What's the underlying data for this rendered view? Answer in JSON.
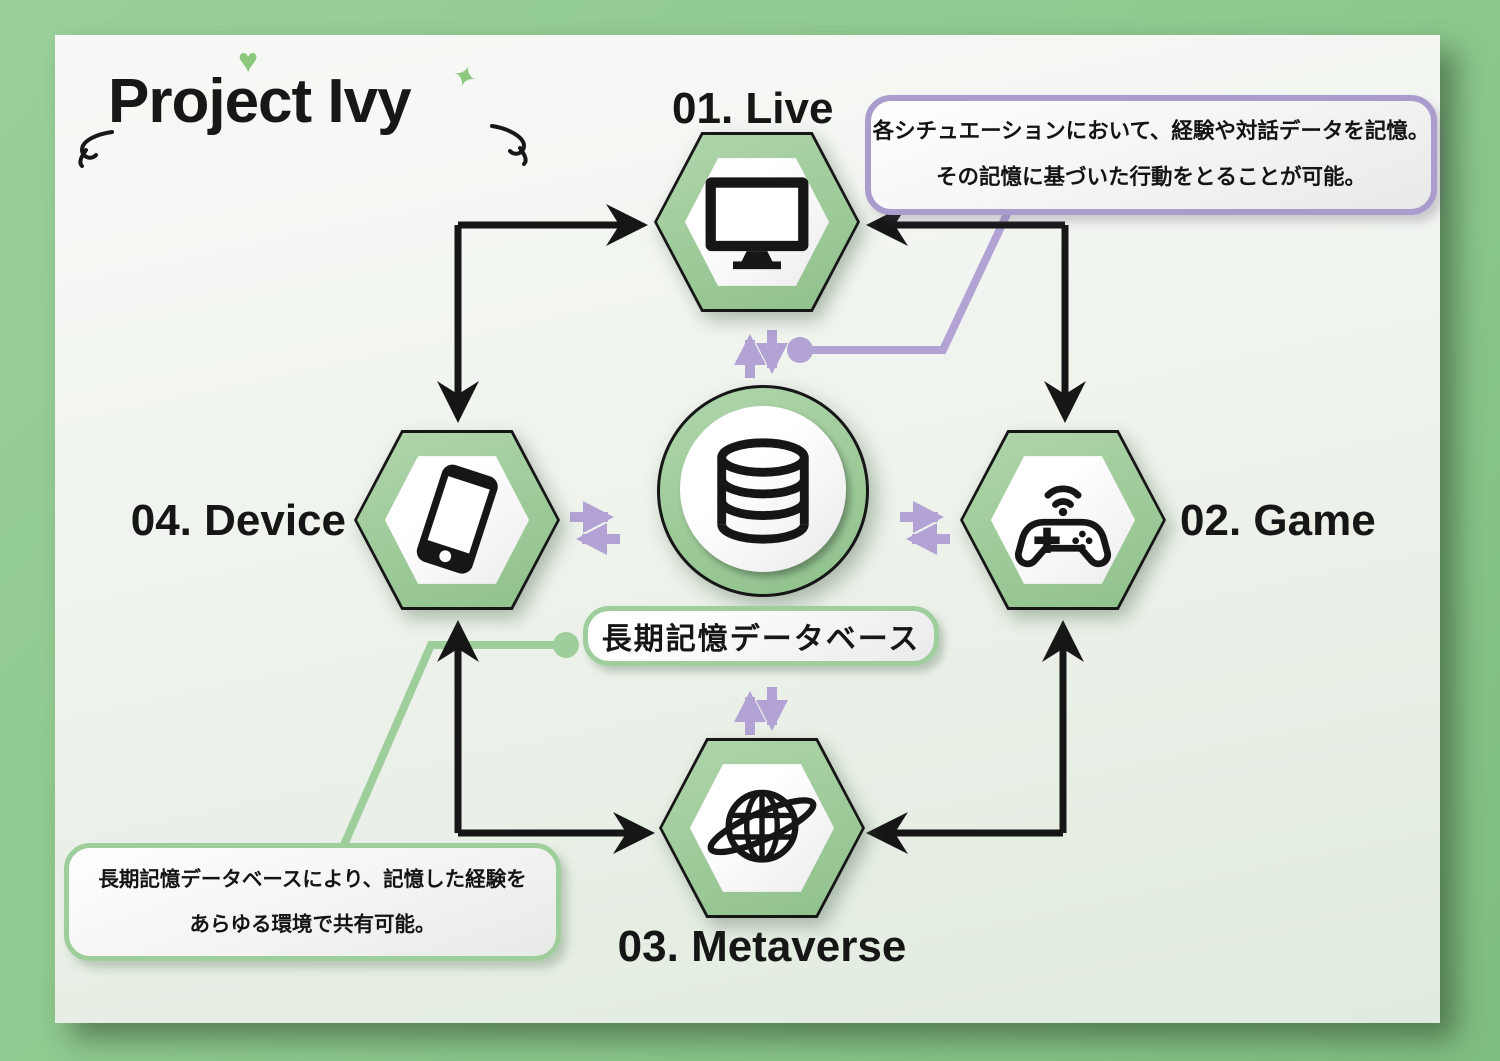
{
  "logo": {
    "text": "Project Ivy",
    "heart_icon": "♥",
    "star_icon": "✦"
  },
  "nodes": [
    {
      "id": "live",
      "label": "01. Live",
      "icon": "monitor-icon"
    },
    {
      "id": "game",
      "label": "02. Game",
      "icon": "gamepad-icon"
    },
    {
      "id": "metaverse",
      "label": "03. Metaverse",
      "icon": "globe-icon"
    },
    {
      "id": "device",
      "label": "04. Device",
      "icon": "smartphone-icon"
    }
  ],
  "center": {
    "label": "長期記憶データベース",
    "icon": "database-icon"
  },
  "callouts": {
    "memory": {
      "line1": "各シチュエーションにおいて、経験や対話データを記憶。",
      "line2": "その記憶に基づいた行動をとることが可能。"
    },
    "share": {
      "line1": "長期記憶データベースにより、記憶した経験を",
      "line2": "あらゆる環境で共有可能。"
    }
  },
  "colors": {
    "page_background": "#8cc88c",
    "card_background": "#eef3ec",
    "hexagon_green": "#9cc998",
    "arrow_black": "#161616",
    "arrow_purple": "#b3a3d4",
    "callout_purple_border": "#ab9cce",
    "callout_green_border": "#9fce9d",
    "logo_accent_green": "#8cc87e"
  }
}
